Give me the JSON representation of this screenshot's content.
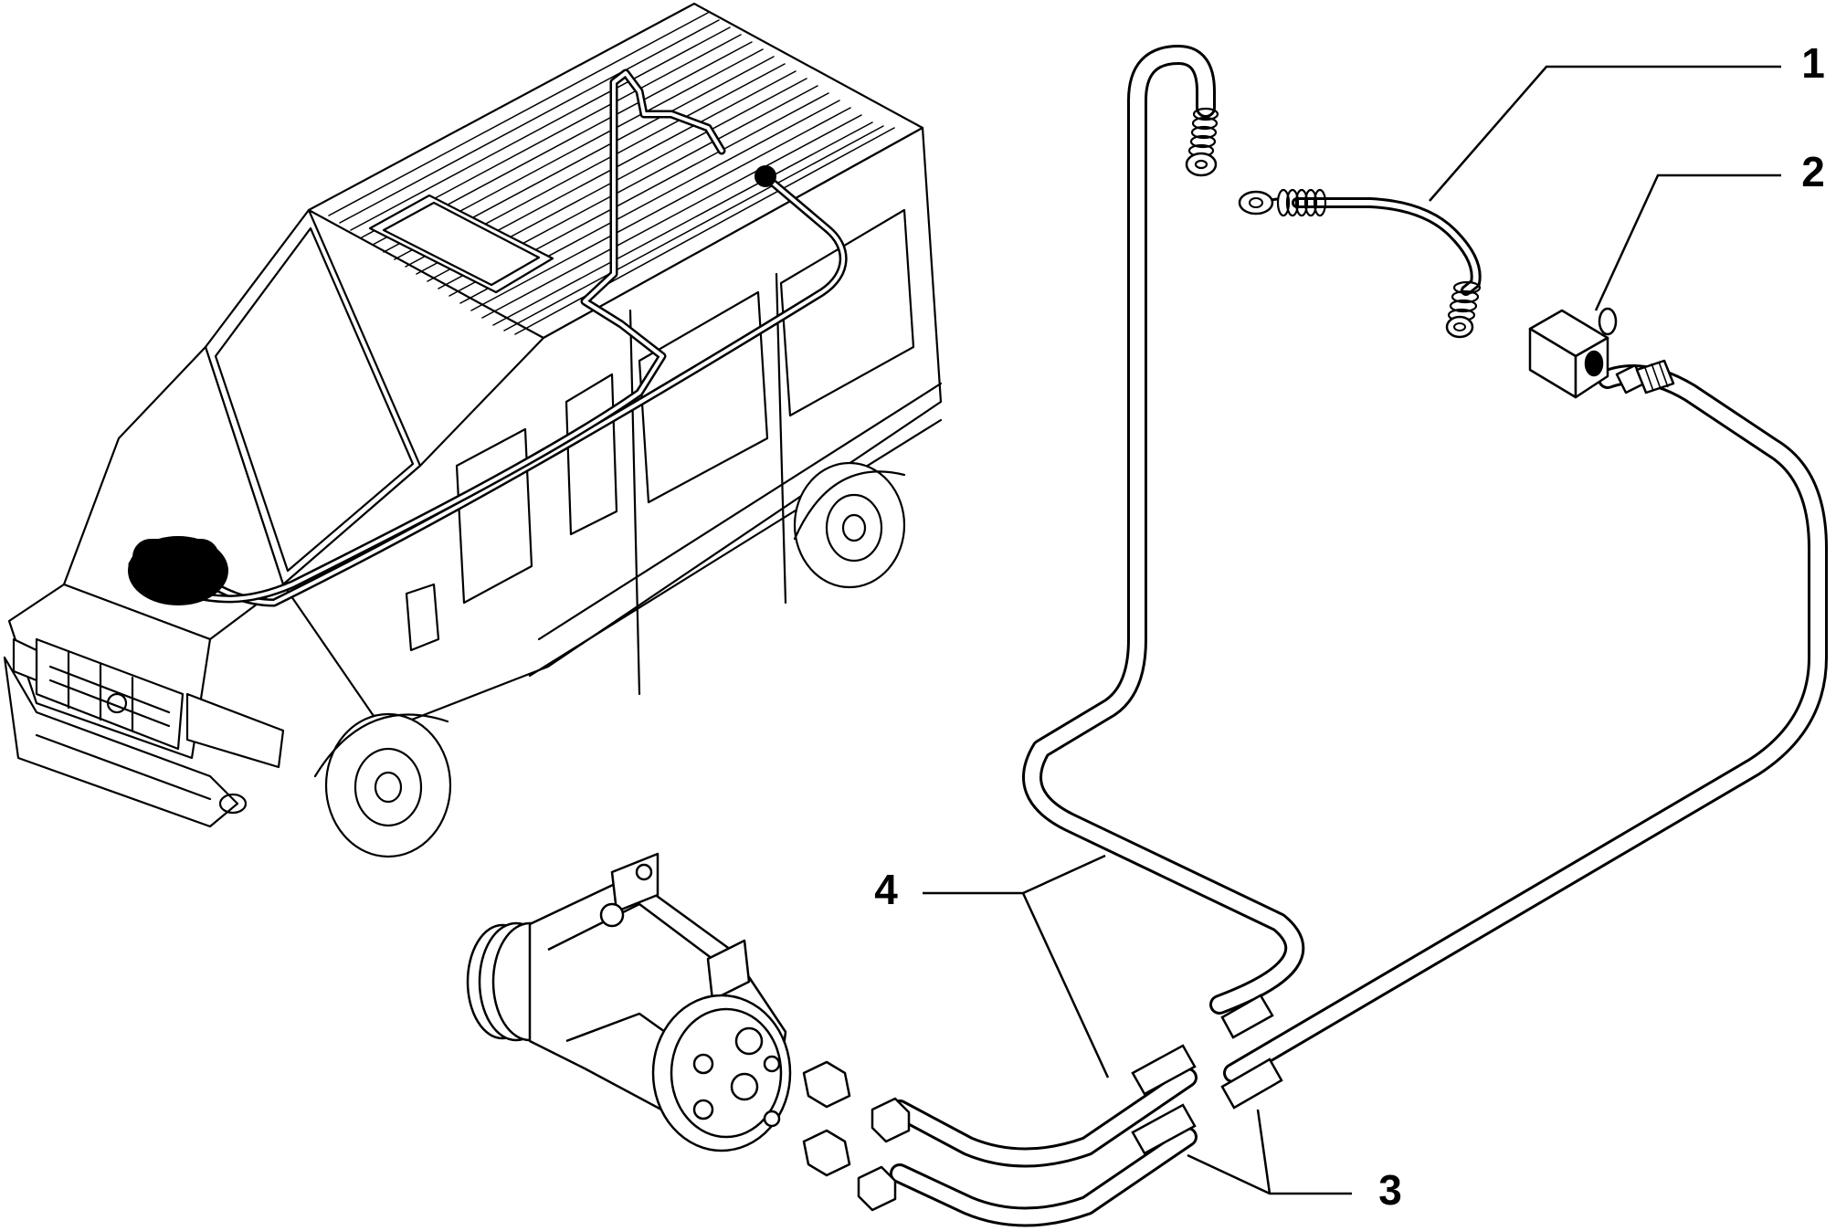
{
  "callouts": [
    {
      "id": "1",
      "label": "1"
    },
    {
      "id": "2",
      "label": "2"
    },
    {
      "id": "3",
      "label": "3"
    },
    {
      "id": "4",
      "label": "4"
    }
  ],
  "colors": {
    "line": "#000000",
    "background": "#ffffff",
    "hose_fill": "#ffffff"
  }
}
